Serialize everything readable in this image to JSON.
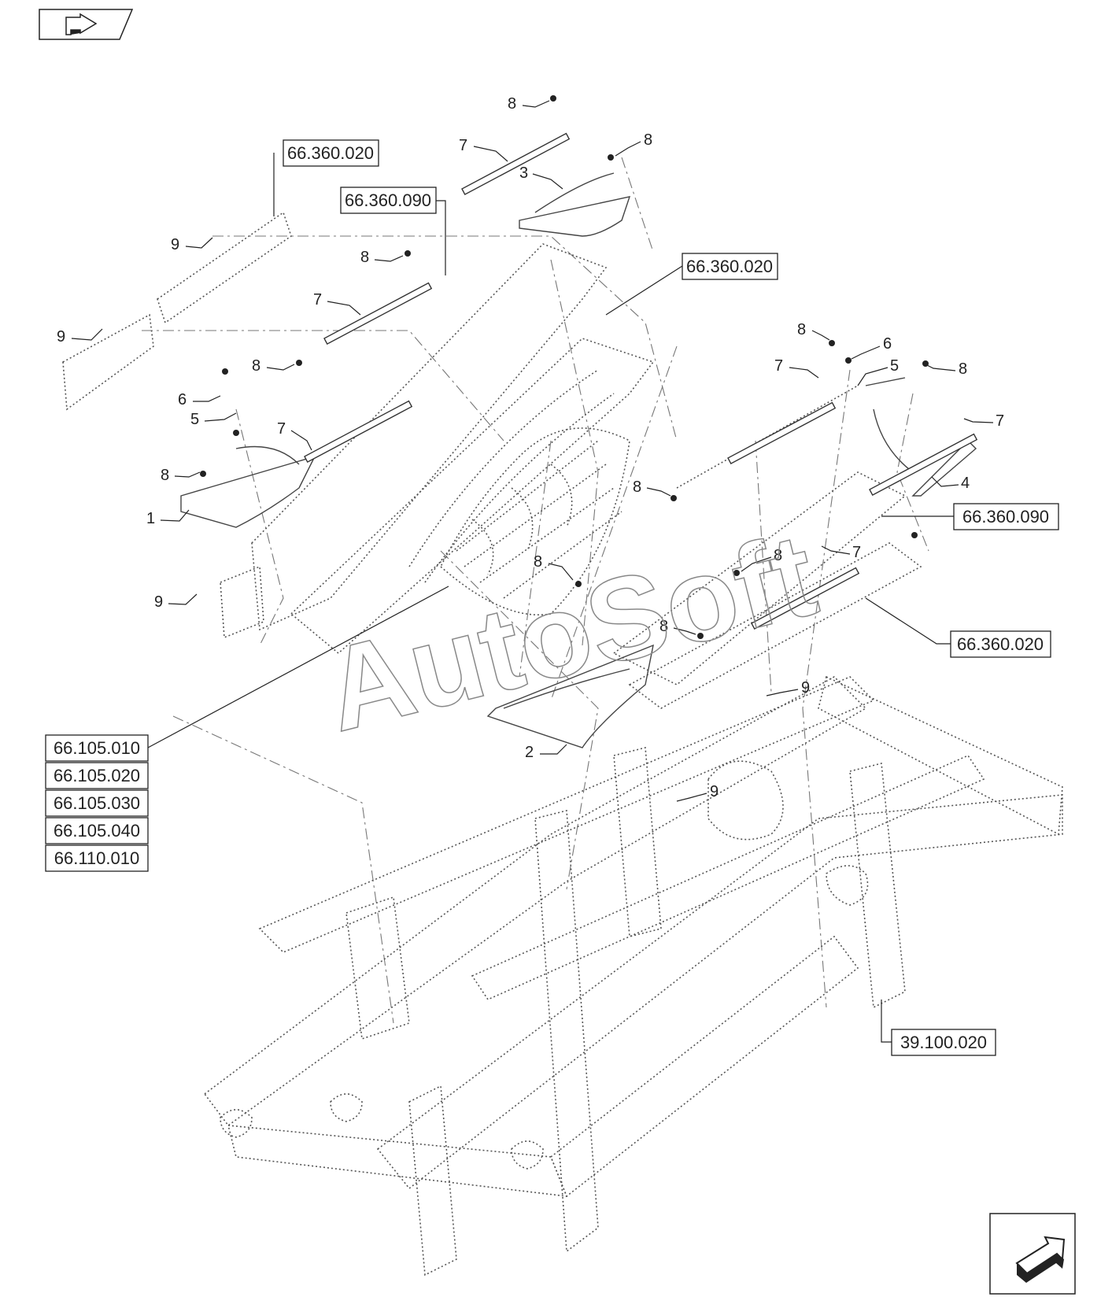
{
  "watermark": "AutoSoft",
  "icons": {
    "back": "back-arrow-icon",
    "next": "next-arrow-icon"
  },
  "references": [
    {
      "id": "ref-66-360-020-a",
      "label": "66.360.020"
    },
    {
      "id": "ref-66-360-090-a",
      "label": "66.360.090"
    },
    {
      "id": "ref-66-360-020-b",
      "label": "66.360.020"
    },
    {
      "id": "ref-66-360-090-b",
      "label": "66.360.090"
    },
    {
      "id": "ref-66-360-020-c",
      "label": "66.360.020"
    },
    {
      "id": "ref-66-105-010",
      "label": "66.105.010"
    },
    {
      "id": "ref-66-105-020",
      "label": "66.105.020"
    },
    {
      "id": "ref-66-105-030",
      "label": "66.105.030"
    },
    {
      "id": "ref-66-105-040",
      "label": "66.105.040"
    },
    {
      "id": "ref-66-110-010",
      "label": "66.110.010"
    },
    {
      "id": "ref-39-100-020",
      "label": "39.100.020"
    }
  ],
  "callouts": [
    {
      "label": "8"
    },
    {
      "label": "7"
    },
    {
      "label": "8"
    },
    {
      "label": "3"
    },
    {
      "label": "9"
    },
    {
      "label": "9"
    },
    {
      "label": "8"
    },
    {
      "label": "7"
    },
    {
      "label": "8"
    },
    {
      "label": "6"
    },
    {
      "label": "5"
    },
    {
      "label": "7"
    },
    {
      "label": "8"
    },
    {
      "label": "1"
    },
    {
      "label": "9"
    },
    {
      "label": "8"
    },
    {
      "label": "6"
    },
    {
      "label": "7"
    },
    {
      "label": "5"
    },
    {
      "label": "8"
    },
    {
      "label": "7"
    },
    {
      "label": "4"
    },
    {
      "label": "8"
    },
    {
      "label": "8"
    },
    {
      "label": "8"
    },
    {
      "label": "7"
    },
    {
      "label": "8"
    },
    {
      "label": "9"
    },
    {
      "label": "2"
    },
    {
      "label": "9"
    }
  ]
}
